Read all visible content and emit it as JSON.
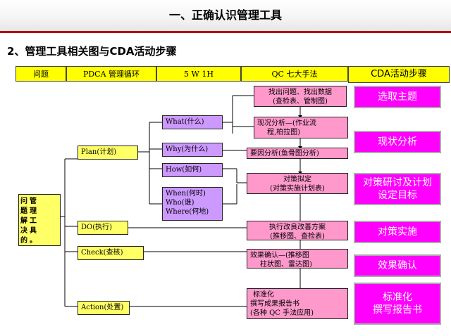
{
  "header": {
    "title": "一、正确认识管理工具"
  },
  "subtitle": "2、管理工具相关图与CDA活动步骤",
  "columns": {
    "c1": "问题",
    "c2": "PDCA 管理循环",
    "c3": "5 W 1H",
    "c4": "QC 七大手法",
    "c5": "CDA活动步骤"
  },
  "root": {
    "col1": [
      "问",
      "题",
      "解",
      "决",
      "的"
    ],
    "col2": [
      "管",
      "理",
      "工",
      "具",
      "。"
    ]
  },
  "pdca": {
    "plan": "Plan(计划)",
    "do": "DO(执行)",
    "check": "Check(查核)",
    "action": "Action(处置)"
  },
  "w5h1": {
    "what": "What(什么)",
    "why": "Why(为什么)",
    "how": "How(如何)",
    "when": "When(何时)",
    "who": "Who(谁)",
    "where": "Where(何地)"
  },
  "qc": {
    "q1": [
      "找出问题、找出数据",
      "(查检表、管制图)"
    ],
    "q2": [
      "现况分析—(作业流",
      "程,柏拉图)"
    ],
    "q3": "要因分析(鱼骨图分析)",
    "q4": [
      "对策拟定",
      "(对策实施计划表)"
    ],
    "q5": [
      "执行改良改善方案",
      "(推移图、查检表)"
    ],
    "q6": [
      "效果确认—(推移图",
      "柱状图、雷达图)"
    ],
    "q7": [
      "标准化",
      "撰写成果报告书",
      "(各种 QC 手法应用)"
    ]
  },
  "cda": {
    "s1": "选取主题",
    "s2": "现状分析",
    "s3": [
      "对策研讨及计划",
      "设定目标"
    ],
    "s4": "对策实施",
    "s5": "效果确认",
    "s6": [
      "标准化",
      "撰写报告书"
    ]
  },
  "colors": {
    "yellow": "#ffff66",
    "lavender": "#cc99ff",
    "pink": "#ff99cc",
    "magenta": "#ff00ff",
    "accent": "#b30000"
  }
}
